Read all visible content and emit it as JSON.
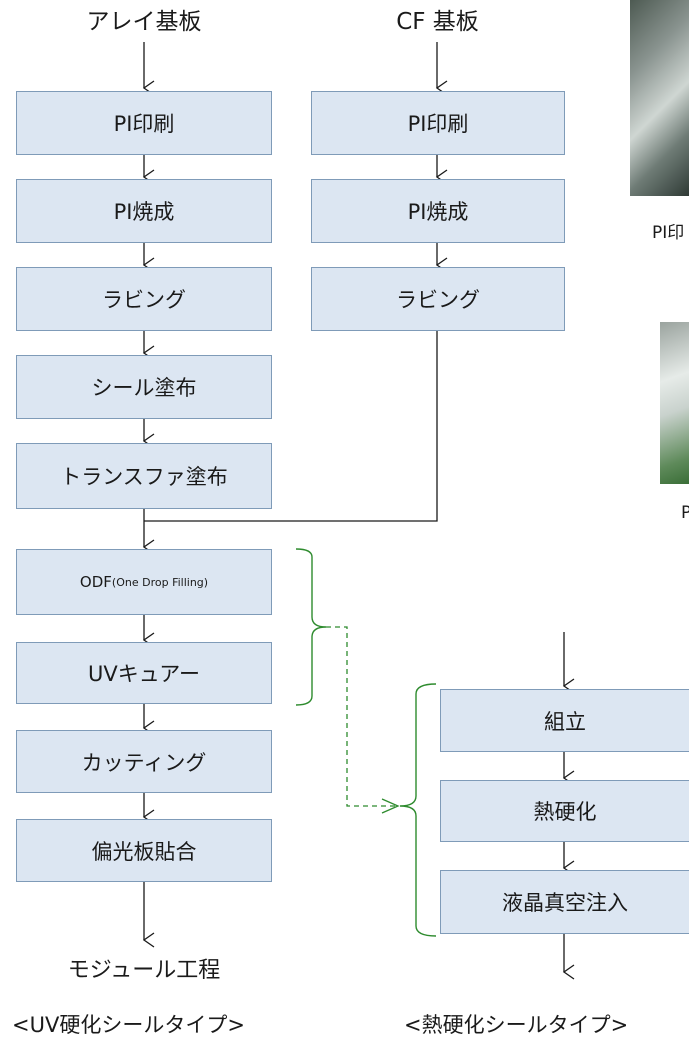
{
  "left": {
    "title": "アレイ基板",
    "steps": [
      "PI印刷",
      "PI焼成",
      "ラビング",
      "シール塗布",
      "トランスファ塗布"
    ],
    "uv_steps": {
      "odf_main": "ODF",
      "odf_sub": "(One Drop Filling)",
      "uv_cure": "UVキュアー"
    },
    "post_steps": [
      "カッティング",
      "偏光板貼合"
    ],
    "end": "モジュール工程",
    "caption": "<UV硬化シールタイプ>"
  },
  "center": {
    "title": "CF 基板",
    "steps": [
      "PI印刷",
      "PI焼成",
      "ラビング"
    ]
  },
  "right": {
    "steps": [
      "組立",
      "熱硬化",
      "液晶真空注入"
    ],
    "caption": "<熱硬化シールタイプ>",
    "photo1_label": "PI印",
    "photo2_label": "P"
  },
  "colors": {
    "box_fill": "#dce6f2",
    "box_border": "#7f9bb8",
    "bracket": "#2e8b2e"
  }
}
